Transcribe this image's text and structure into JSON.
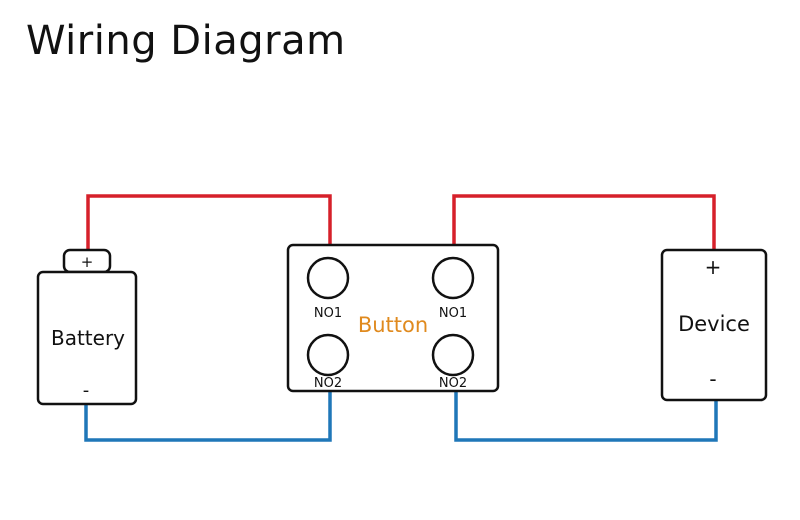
{
  "title": "Wiring Diagram",
  "battery": {
    "label": "Battery",
    "plus": "+",
    "minus": "-"
  },
  "button": {
    "label": "Button",
    "tl": "NO1",
    "tr": "NO1",
    "bl": "NO2",
    "br": "NO2"
  },
  "device": {
    "label": "Device",
    "plus": "+",
    "minus": "-"
  },
  "colors": {
    "positive_wire": "#d6202a",
    "negative_wire": "#1f77b8",
    "button_label": "#e08a1e"
  }
}
